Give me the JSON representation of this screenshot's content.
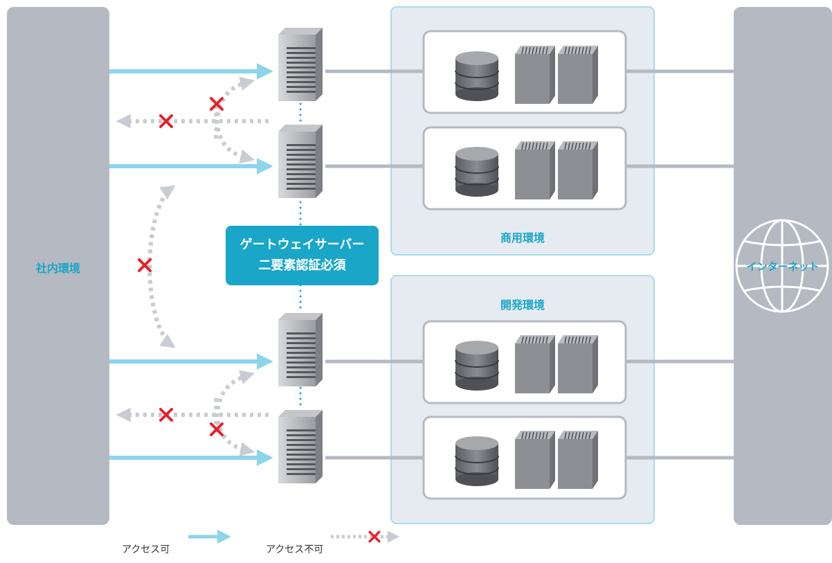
{
  "labels": {
    "internal_env": "社内環境",
    "production_env": "商用環境",
    "development_env": "開発環境",
    "internet": "インターネット"
  },
  "gateway": {
    "line1": "ゲートウェイサーバー",
    "line2": "二要素認証必須"
  },
  "legend": {
    "access_allowed": "アクセス可",
    "access_denied": "アクセス不可"
  },
  "colors": {
    "allowed_arrow": "#8ed4ea",
    "denied_arrow": "#c9ccd2",
    "deny_mark": "#e8202a",
    "gateway_box": "#1aa6c8",
    "env_panel": "#e6ebf2",
    "side_panel": "#b4b9c2",
    "text_accent": "#1aa6c8"
  }
}
